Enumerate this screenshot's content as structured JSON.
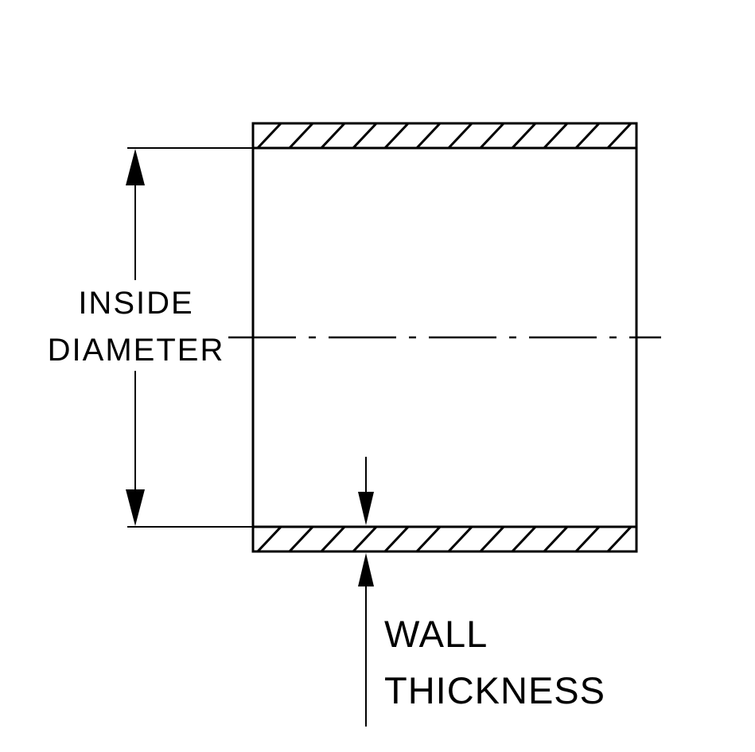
{
  "diagram": {
    "colors": {
      "line": "#000000",
      "background": "#ffffff"
    },
    "labels": {
      "inside_diameter_line1": "INSIDE",
      "inside_diameter_line2": "DIAMETER",
      "wall_thickness_line1": "WALL",
      "wall_thickness_line2": "THICKNESS"
    }
  }
}
